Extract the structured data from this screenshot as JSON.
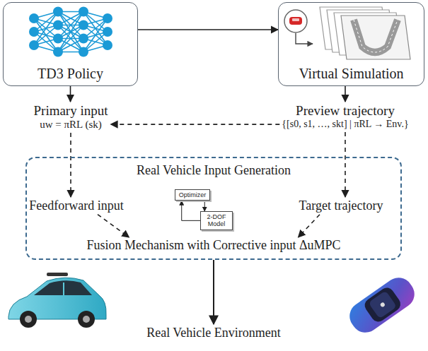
{
  "diagram": {
    "nodes": [
      {
        "text": [
          "TD3 Policy"
        ]
      },
      {
        "text": [
          "Virtual Simulation"
        ]
      },
      {
        "text": [
          "Primary input",
          "uw = πRL (sk)"
        ]
      },
      {
        "text": [
          "Preview trajectory",
          "{[s0, s1, …, skt] | πRL → Env.}"
        ]
      },
      {
        "text": [
          "Real Vehicle Input Generation"
        ]
      },
      {
        "text": [
          "Feedforward input"
        ],
        "in": 4
      },
      {
        "text": [
          "Target trajectory"
        ],
        "in": 4
      },
      {
        "text": [
          "Optimizer"
        ],
        "in": 4
      },
      {
        "text": [
          "2-DOF Model"
        ],
        "in": 4
      },
      {
        "text": [
          "Fusion Mechanism with Corrective input ΔuMPC"
        ],
        "in": 4
      },
      {
        "text": [
          "Real Vehicle Environment"
        ]
      }
    ],
    "edges": [
      {
        "from": 0,
        "to": 1,
        "arrow": "to"
      },
      {
        "from": 0,
        "to": 2,
        "arrow": "to"
      },
      {
        "from": 1,
        "to": 3,
        "arrow": "to"
      },
      {
        "from": 3,
        "to": 2,
        "arrow": "to"
      },
      {
        "from": 2,
        "to": 5,
        "arrow": "to"
      },
      {
        "from": 3,
        "to": 6,
        "arrow": "to"
      },
      {
        "from": 5,
        "to": 9,
        "arrow": "to"
      },
      {
        "from": 6,
        "to": 9,
        "arrow": "to"
      },
      {
        "from": 7,
        "to": 8,
        "arrow": "to"
      },
      {
        "from": 8,
        "to": 7,
        "arrow": "to"
      },
      {
        "from": 4,
        "to": 10,
        "arrow": "to"
      }
    ]
  }
}
